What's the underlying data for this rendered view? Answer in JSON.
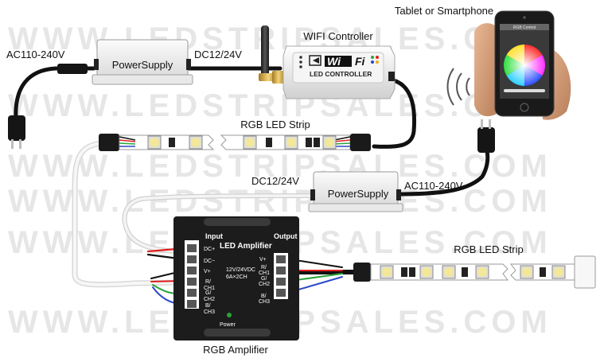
{
  "watermark": "WWW.LEDSTRIPSALES.COM",
  "labels": {
    "tablet": "Tablet or Smartphone",
    "wifi_controller": "WIFI Controller",
    "ac_top": "AC110-240V",
    "dc_top": "DC12/24V",
    "power_supply_top": "PowerSupply",
    "rgb_strip_top": "RGB LED Strip",
    "dc_mid": "DC12/24V",
    "power_supply_mid": "PowerSupply",
    "ac_mid": "AC110-240V",
    "rgb_strip_bottom": "RGB LED Strip",
    "rgb_amplifier": "RGB Amplifier"
  },
  "controller": {
    "brand_wi": "Wi",
    "brand_fi": "Fi",
    "subtitle": "LED CONTROLLER"
  },
  "amplifier": {
    "title": "LED Amplifier",
    "input": "Input",
    "output": "Output",
    "input_pins": [
      "DC+",
      "DC−",
      "V+",
      "R/\nCH1",
      "G/\nCH2",
      "B/\nCH3"
    ],
    "output_pins": [
      "V+",
      "R/\nCH1",
      "G/\nCH2",
      "B/\nCH3"
    ],
    "spec_1": "12V/24VDC",
    "spec_2": "6A×2CH",
    "power": "Power"
  },
  "phone": {
    "app_label": "RGB Control"
  },
  "colors": {
    "wire_red": "#e0201c",
    "wire_green": "#2aa33a",
    "wire_blue": "#2a49c9",
    "wire_black": "#111111",
    "amp_body": "#1c1c1c",
    "strip_white": "#ffffff",
    "led_yellow": "#f3e79a"
  }
}
